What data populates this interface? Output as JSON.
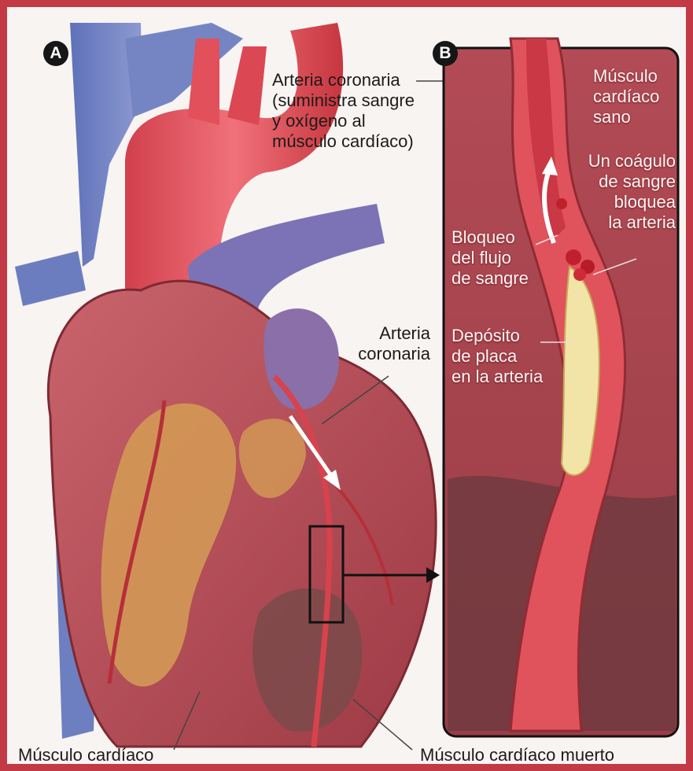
{
  "panels": {
    "a": "A",
    "b": "B"
  },
  "labels": {
    "arteria_coronaria_top": "Arteria coronaria\n(suministra sangre\ny oxígeno al\nmúsculo cardíaco)",
    "arteria_coronaria_mid": "Arteria\ncoronaria",
    "musculo_sano": "Músculo\ncardíaco\nsano",
    "coagulo": "Un coágulo\nde sangre\nbloquea\nla arteria",
    "bloqueo": "Bloqueo\ndel flujo\nde sangre",
    "deposito": "Depósito\nde placa\nen la arteria",
    "musculo_cardiaco": "Músculo cardíaco",
    "musculo_muerto": "Músculo cardíaco muerto"
  },
  "colors": {
    "frame": "#c23a45",
    "muscle": "#b9525c",
    "artery": "#d8424c",
    "vein": "#6f7fc2",
    "fat": "#d49b58",
    "plaque": "#f2e3a6",
    "dead_tissue": "#7a4a4a"
  }
}
